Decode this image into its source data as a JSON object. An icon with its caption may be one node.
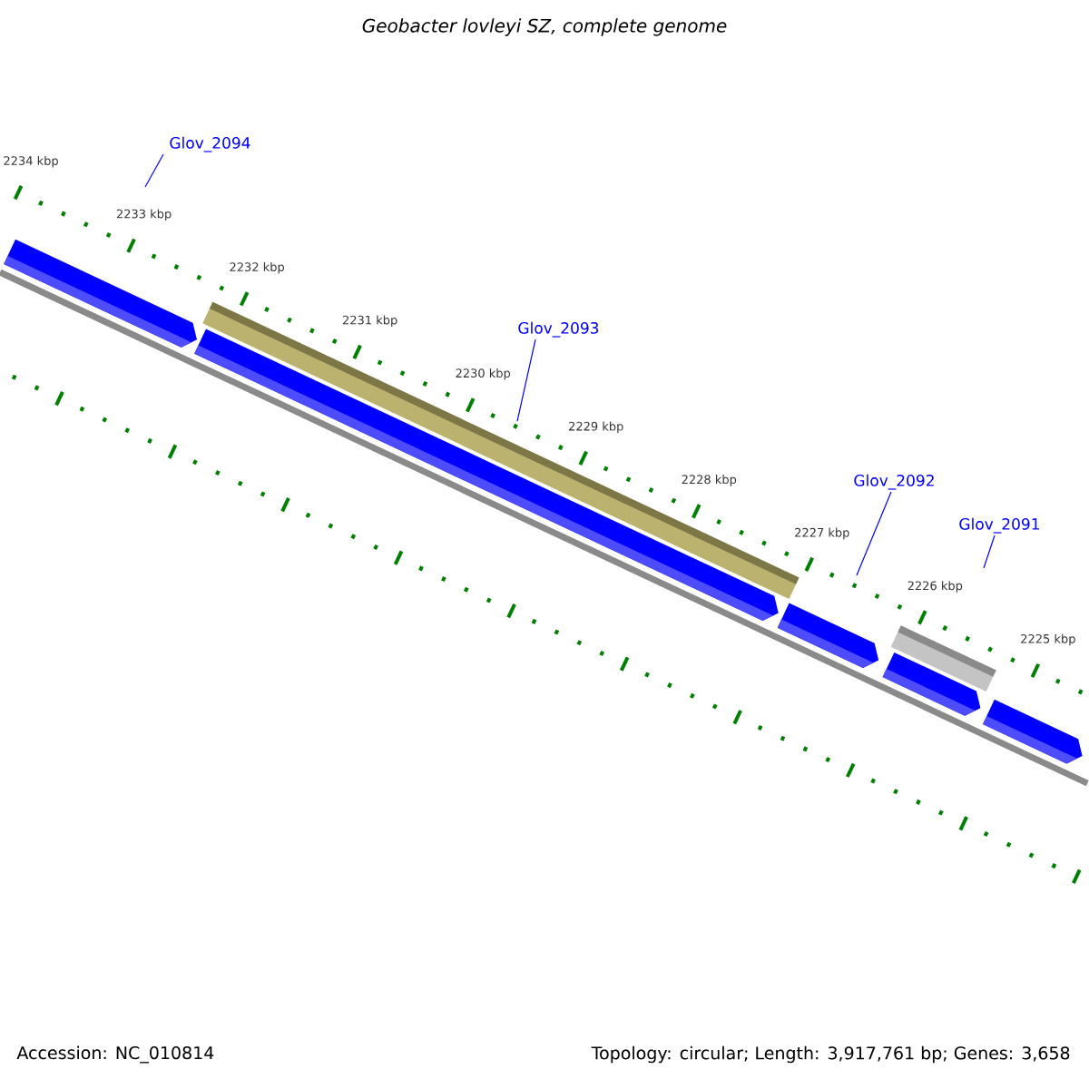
{
  "diagram": {
    "title": "Geobacter lovleyi SZ, complete genome",
    "nodes": [
      {
        "text": [
          "Glov_2094"
        ]
      },
      {
        "text": [
          "Glov_2093"
        ]
      },
      {
        "text": [
          "Glov_2092"
        ]
      },
      {
        "text": [
          "Glov_2091"
        ]
      }
    ],
    "edges": [
      {
        "from": 0,
        "to": null,
        "arrow": "none"
      },
      {
        "from": 1,
        "to": null,
        "arrow": "none"
      },
      {
        "from": 2,
        "to": null,
        "arrow": "none"
      },
      {
        "from": 3,
        "to": null,
        "arrow": "none"
      }
    ],
    "labels": [
      "2234 kbp",
      "2233 kbp",
      "2232 kbp",
      "2231 kbp",
      "2230 kbp",
      "2229 kbp",
      "2228 kbp",
      "2227 kbp",
      "2226 kbp",
      "2225 kbp",
      "Accession: NC_010814",
      "Topology: circular; Length: 3,917,761 bp; Genes: 3,658"
    ]
  }
}
